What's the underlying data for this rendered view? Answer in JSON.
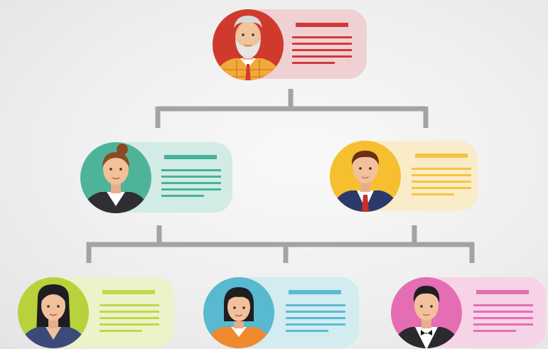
{
  "org_chart": {
    "nodes": [
      {
        "id": "ceo",
        "role": "elderly-man",
        "colors": {
          "avatar_bg": "#cf3a2c",
          "card_bg": "#efd1d3",
          "lines": "#d2393a",
          "shirt": "#f2a93b"
        }
      },
      {
        "id": "manager-left",
        "role": "woman-bun",
        "colors": {
          "avatar_bg": "#4fb39a",
          "card_bg": "#d3ebe5",
          "lines": "#45b39a",
          "shirt": "#2e2e33"
        }
      },
      {
        "id": "manager-right",
        "role": "man-suit",
        "colors": {
          "avatar_bg": "#f5bf30",
          "card_bg": "#faecc9",
          "lines": "#f7c441",
          "shirt": "#2b3a6b"
        }
      },
      {
        "id": "staff-1",
        "role": "woman-long-hair",
        "colors": {
          "avatar_bg": "#b7d23b",
          "card_bg": "#ecf3c8",
          "lines": "#c0d84a",
          "shirt": "#3c4a7a"
        }
      },
      {
        "id": "staff-2",
        "role": "woman-bob",
        "colors": {
          "avatar_bg": "#58b9cf",
          "card_bg": "#d2ecf1",
          "lines": "#5bbbd1",
          "shirt": "#f08a2e"
        }
      },
      {
        "id": "staff-3",
        "role": "man-vest",
        "colors": {
          "avatar_bg": "#e56db3",
          "card_bg": "#f6d3e7",
          "lines": "#e66fb4",
          "shirt": "#2a2a2e"
        }
      }
    ],
    "connectors": [
      {
        "from": "ceo",
        "to": [
          "manager-left",
          "manager-right"
        ]
      },
      {
        "from": "manager-left",
        "to": [
          "staff-1",
          "staff-2",
          "staff-3"
        ]
      },
      {
        "from": "manager-right",
        "to": [
          "staff-1",
          "staff-2",
          "staff-3"
        ]
      }
    ],
    "connector_color": "#a3a3a3"
  }
}
